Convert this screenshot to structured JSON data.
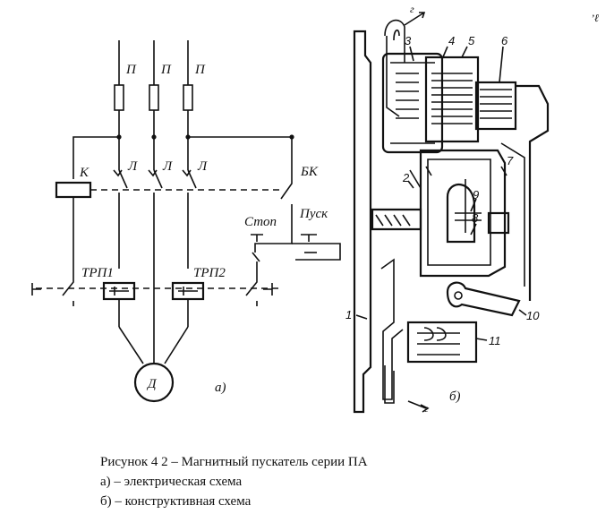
{
  "schematic": {
    "fuse_labels": [
      "П",
      "П",
      "П"
    ],
    "line_contact_labels": [
      "Л",
      "Л",
      "Л"
    ],
    "coil_label": "К",
    "aux_contact_label": "БК",
    "stop_label": "Стоп",
    "start_label": "Пуск",
    "relay_labels": [
      "ТРП1",
      "ТРП2"
    ],
    "motor_label": "Д",
    "panel_tag": "а)"
  },
  "construction": {
    "part_numbers": [
      "1",
      "2",
      "3",
      "4",
      "5",
      "6",
      "7",
      "8",
      "9",
      "10",
      "11"
    ],
    "flow_labels": [
      "г",
      "г"
    ],
    "panel_tag": "б)",
    "corner_mark": "’ℓ"
  },
  "caption": {
    "title": "Рисунок 4 2 – Магнитный пускатель серии ПА",
    "line_a": "а) – электрическая схема",
    "line_b": "б) – конструктивная схема"
  }
}
